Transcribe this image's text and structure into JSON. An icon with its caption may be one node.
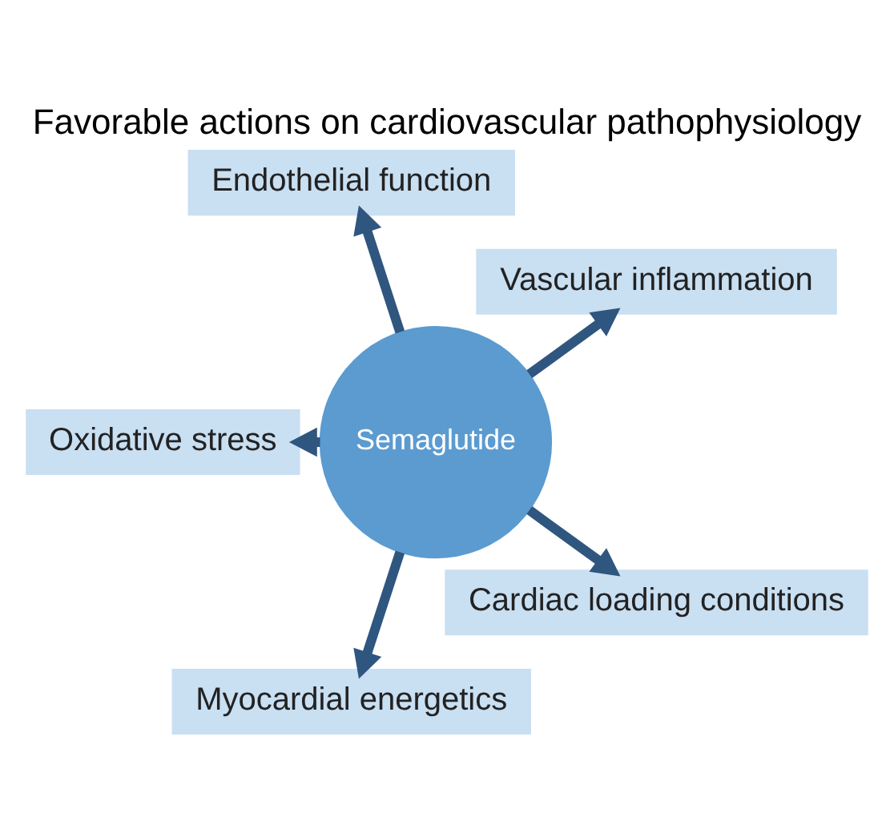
{
  "diagram": {
    "title": "Favorable actions on cardiovascular pathophysiology",
    "nodes": [
      {
        "text": [
          "Vascular inflammation"
        ]
      },
      {
        "text": [
          "Endothelial function"
        ]
      },
      {
        "text": [
          "Semaglutide"
        ]
      },
      {
        "text": [
          "Oxidative stress"
        ]
      },
      {
        "text": [
          "Myocardial energetics"
        ]
      },
      {
        "text": [
          "Cardiac loading conditions"
        ]
      }
    ],
    "edges": [
      {
        "from": 2,
        "to": 0,
        "arrow": "to"
      },
      {
        "from": 2,
        "to": 1,
        "arrow": "to"
      },
      {
        "from": 2,
        "to": 3,
        "arrow": "to"
      },
      {
        "from": 2,
        "to": 5,
        "arrow": "to"
      },
      {
        "from": 2,
        "to": 4,
        "arrow": "to"
      }
    ]
  }
}
